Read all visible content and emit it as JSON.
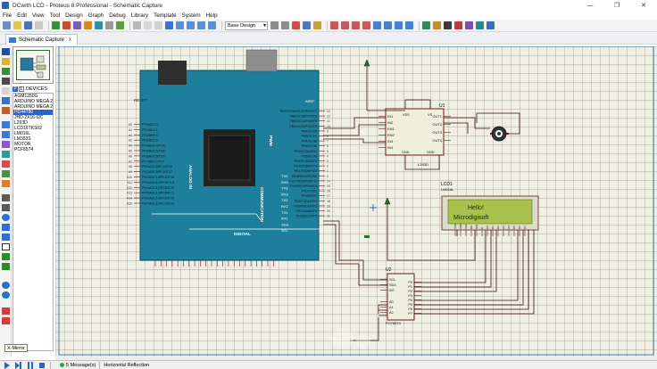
{
  "window": {
    "title": "DCwith LCD - Proteus 8 Professional - Schematic Capture",
    "min": "—",
    "max": "❐",
    "close": "✕"
  },
  "menu": [
    "File",
    "Edit",
    "View",
    "Tool",
    "Design",
    "Graph",
    "Debug",
    "Library",
    "Template",
    "System",
    "Help"
  ],
  "toolbar": {
    "design_select": "Base Design"
  },
  "tab": {
    "label": "Schematic Capture",
    "close": "x"
  },
  "devices": {
    "p_button": "P",
    "l_button": "L",
    "header": "DEVICES",
    "items": [
      "AGM1250G",
      "ARDUINO MEGA 2",
      "ARDUINO MEGA 2",
      "HD44780",
      "JHD-2X16-I2C",
      "L293D",
      "LCD16TKS02",
      "LM016L",
      "LM393S",
      "MOTOR",
      "PCF8574"
    ],
    "selected_index": 3
  },
  "tooltip": "X-Mirror",
  "status": {
    "messages": "5 Message(s)",
    "info": "Horizontal Reflection"
  },
  "schematic": {
    "arduino": {
      "reset": "RESET",
      "aref": "AREF",
      "analog_in": "ANALOG IN",
      "pwm": "PWM",
      "communication": "COMMUNICATION",
      "digital": "DIGITAL",
      "left_pins": [
        "PF0/ADC0",
        "PF1/ADC1",
        "PF2/ADC2",
        "PF3/ADC3",
        "PF4/ADC4/TCK",
        "PF5/ADC5/TMS",
        "PF6/ADC6/TDO",
        "PF7/ADC7/TDI",
        "PK0/ADC8/PCINT16",
        "PK1/ADC9/PCINT17",
        "PK2/ADC10/PCINT18",
        "PK3/ADC11/PCINT19",
        "PK4/ADC12/PCINT20",
        "PK5/ADC13/PCINT21",
        "PK6/ADC14/PCINT22",
        "PK7/ADC15/PCINT23"
      ],
      "left_nums": [
        "A0",
        "A1",
        "A2",
        "A3",
        "A4",
        "A5",
        "A6",
        "A7",
        "A8",
        "A9",
        "A10",
        "A11",
        "A12",
        "A13",
        "A14",
        "A15"
      ],
      "right_pins": [
        "PB7/OC0A/OC1C/PCINT7",
        "PB6/OC1B/PCINT6",
        "PB5/OC1A/PCINT5",
        "PB4/OC2A/PCINT4",
        "PH6/OC2B",
        "PH5/OC4C",
        "PH4/OC4B",
        "PH3/OC4A",
        "PE3/OC3A/AIN1",
        "PG5/OC0B",
        "PE5/OC3C/INT5",
        "PE4/OC3B/INT4",
        "PE1/TXD0/PDO",
        "PE0/RXD0/PCIN8",
        "PJ1/TXD3/PCINT10",
        "PJ0/RXD3/PCINT9",
        "PH1/TXD2",
        "PH0/RXD2",
        "PD3/TXD1/INT3",
        "PD2/RXD1/INT2",
        "PD1/SDA/INT1",
        "PD0/SCL/INT0"
      ],
      "right_nums": [
        "13",
        "12",
        "11",
        "10",
        "9",
        "8",
        "7",
        "6",
        "5",
        "4",
        "3",
        "2",
        "1",
        "0",
        "14",
        "15",
        "16",
        "17",
        "18",
        "19",
        "20",
        "21"
      ],
      "comm_labels": [
        "TX0",
        "RX0",
        "TX3",
        "RX3",
        "TX2",
        "RX2",
        "TX1",
        "RX1",
        "SDA",
        "SCL"
      ]
    },
    "u1": {
      "ref": "U1",
      "part": "L293D",
      "pins_left": [
        "IN1",
        "IN2",
        "EN1",
        "EN2",
        "IN3",
        "IN4"
      ],
      "pins_right": [
        "OUT1",
        "OUT2",
        "OUT3",
        "OUT4"
      ],
      "pins_top": [
        "VSS",
        "VS"
      ],
      "pins_bottom": [
        "GND",
        "GND"
      ]
    },
    "lcd": {
      "ref": "LCD1",
      "part": "LM016L",
      "line1": "Hello!",
      "line2": "Microdigisoft",
      "pins": [
        "VSS",
        "VDD",
        "VEE",
        "RS",
        "RW",
        "E",
        "D0",
        "D1",
        "D2",
        "D3",
        "D4",
        "D5",
        "D6",
        "D7"
      ]
    },
    "u2": {
      "ref": "U2",
      "part": "PCF8574",
      "pins_left": [
        "SCL",
        "SDA",
        "INT",
        "A0",
        "A1",
        "A2"
      ],
      "pins_right": [
        "P0",
        "P1",
        "P2",
        "P3",
        "P4",
        "P5",
        "P6",
        "P7"
      ]
    }
  }
}
